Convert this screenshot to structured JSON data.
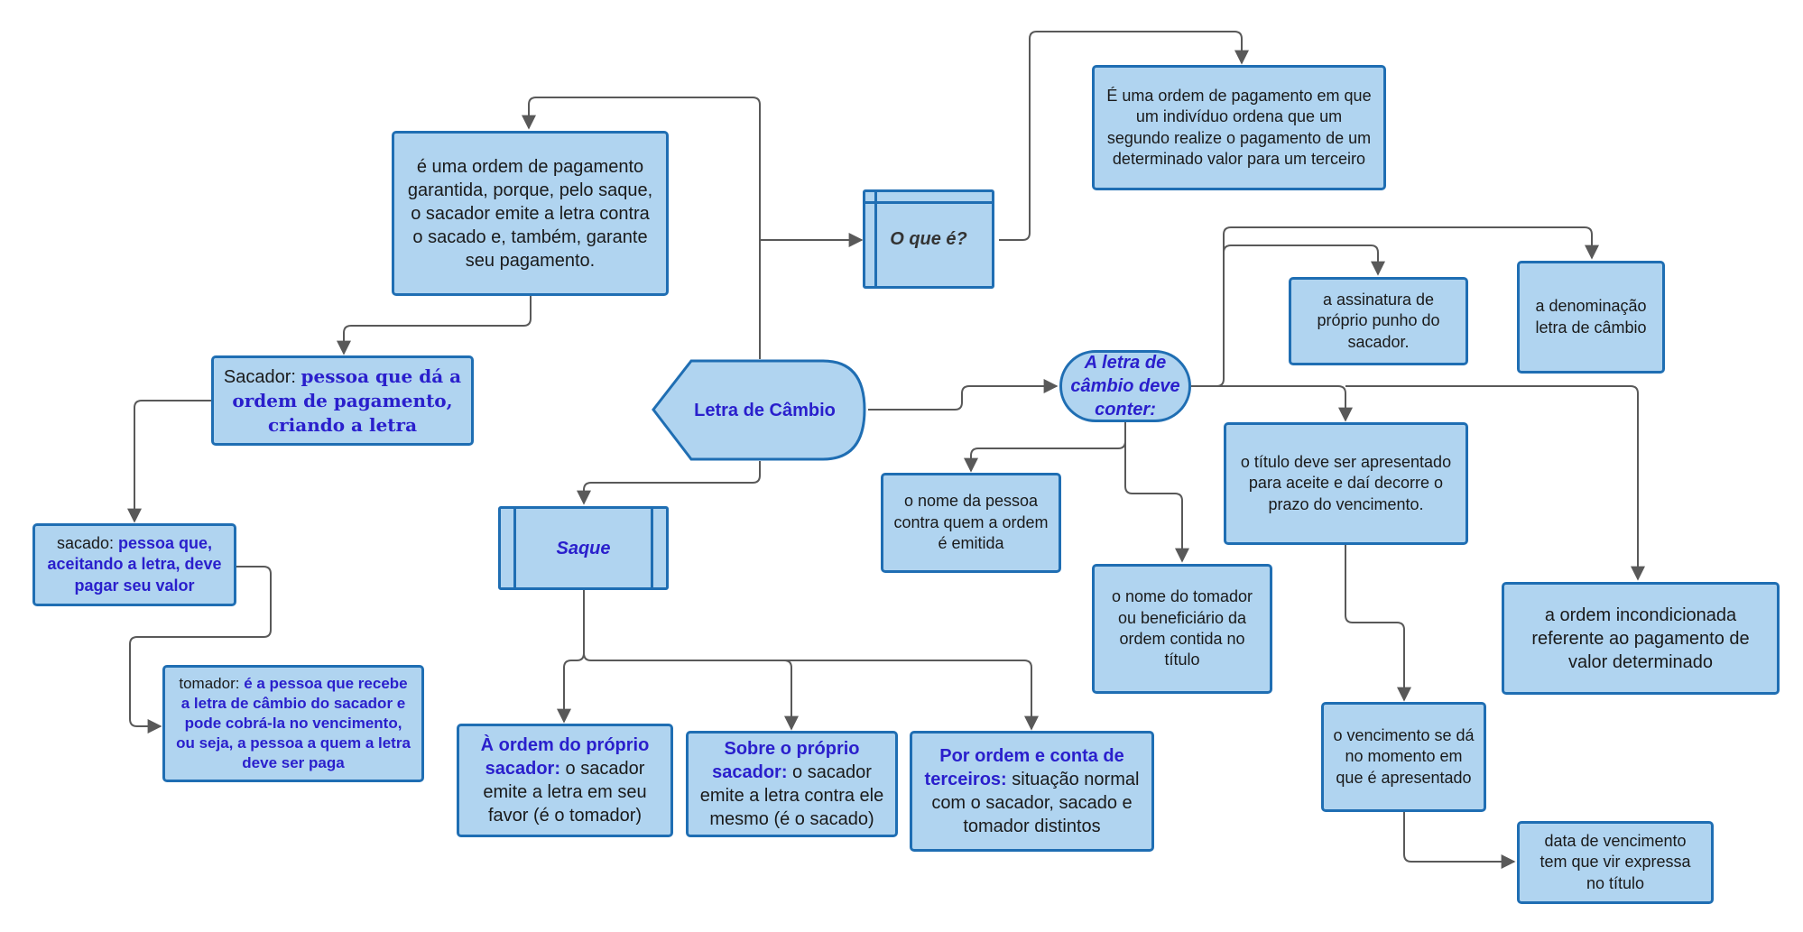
{
  "colors": {
    "box_fill": "#b0d4f0",
    "box_border": "#1f6eb3",
    "emphasis_text": "#2a1fcc",
    "connector": "#595959"
  },
  "nodes": {
    "central": "Letra de Câmbio",
    "o_que_e": "O que é?",
    "o_que_e_def": "É uma ordem de pagamento em que um indivíduo ordena que um segundo realize o pagamento de um determinado valor para um terceiro",
    "garantida": "é uma ordem de pagamento garantida, porque, pelo saque, o sacador emite a letra contra o sacado e, também, garante seu pagamento.",
    "sacador_label": "Sacador: ",
    "sacador_def": "pessoa que dá a ordem de pagamento, criando a letra",
    "sacado_label": "sacado: ",
    "sacado_def": "pessoa que, aceitando a letra, deve pagar seu valor",
    "tomador_label": "tomador: ",
    "tomador_def": "é a pessoa que recebe a letra de câmbio do sacador e pode cobrá-la no vencimento, ou seja, a pessoa a quem a letra deve ser paga",
    "saque": "Saque",
    "saque_1_bold": "À ordem do próprio sacador:",
    "saque_1_rest": " o sacador emite a letra em seu favor (é o tomador)",
    "saque_2_bold": "Sobre o próprio sacador:",
    "saque_2_rest": " o sacador emite a letra contra ele mesmo (é o sacado)",
    "saque_3_bold": "Por ordem e conta de terceiros:",
    "saque_3_rest": " situação normal com o sacador, sacado e tomador distintos",
    "deve_conter": "A letra de câmbio deve conter:",
    "assinatura": "a assinatura de próprio punho do sacador.",
    "denominacao": "a denominação letra de câmbio",
    "nome_pessoa": "o nome da pessoa contra quem a ordem é emitida",
    "nome_tomador": "o nome do tomador ou beneficiário da ordem contida no título",
    "titulo_aceite": "o título deve ser apresentado para aceite e daí decorre o prazo do vencimento.",
    "ordem_incondicionada": "a ordem incondicionada referente ao pagamento de valor determinado",
    "vencimento": "o vencimento se dá no momento em que é apresentado",
    "data_vencimento": "data de vencimento tem que vir expressa no título"
  }
}
